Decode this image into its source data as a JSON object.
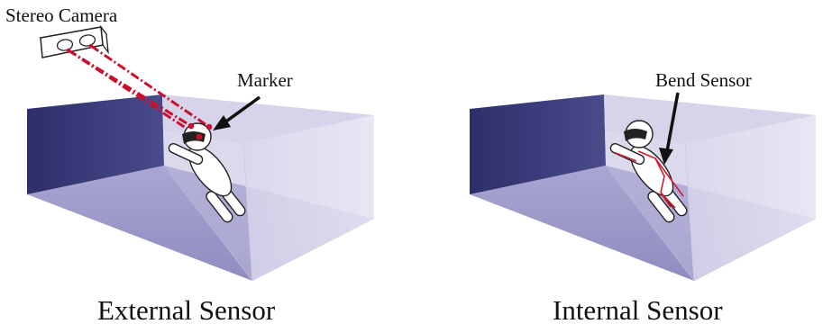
{
  "left_panel": {
    "caption": "External Sensor",
    "camera_label": "Stereo Camera",
    "marker_label": "Marker"
  },
  "right_panel": {
    "caption": "Internal Sensor",
    "sensor_label": "Bend Sensor"
  },
  "colors": {
    "back_wall": "#2f306e",
    "side_wall": "#e2dfee",
    "floor": "#9c99c8",
    "ceiling": "#cfcbe6",
    "tracking_lines": "#c8102e",
    "sensor_lines": "#d11a2a",
    "visor": "#222222"
  }
}
